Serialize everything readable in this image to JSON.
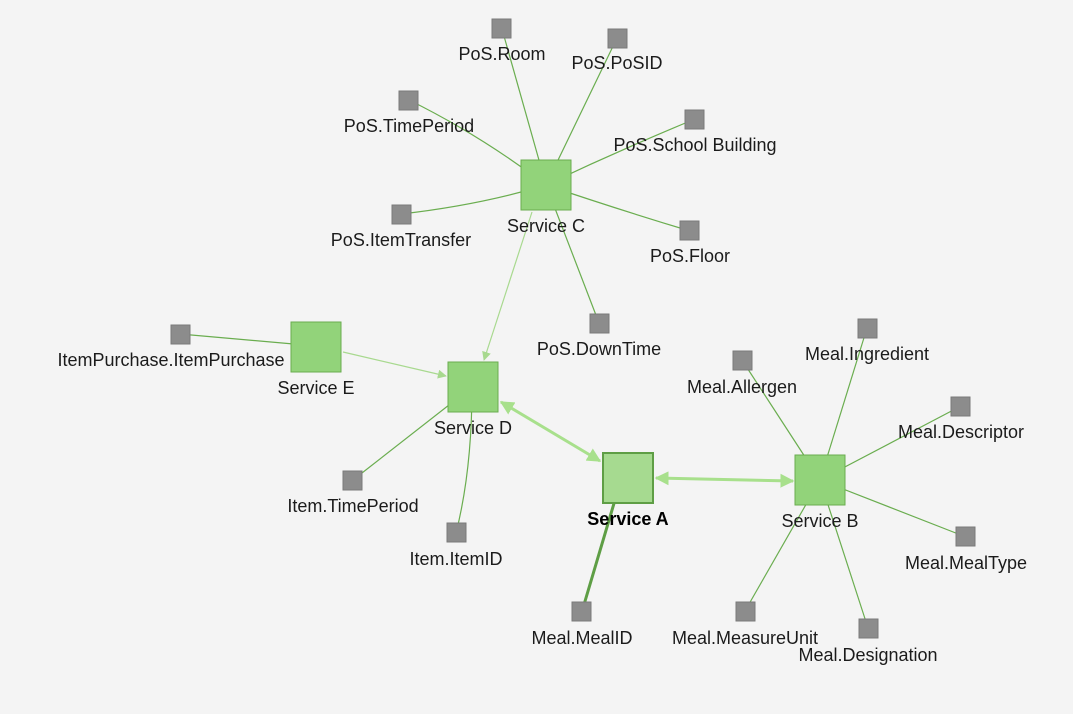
{
  "graph": {
    "services": [
      {
        "id": "A",
        "label": "Service A",
        "primary": true
      },
      {
        "id": "B",
        "label": "Service B"
      },
      {
        "id": "C",
        "label": "Service C"
      },
      {
        "id": "D",
        "label": "Service D"
      },
      {
        "id": "E",
        "label": "Service E"
      }
    ],
    "entities": [
      {
        "id": "pos_room",
        "label": "PoS.Room",
        "service": "C"
      },
      {
        "id": "pos_posid",
        "label": "PoS.PoSID",
        "service": "C"
      },
      {
        "id": "pos_timeperiod",
        "label": "PoS.TimePeriod",
        "service": "C"
      },
      {
        "id": "pos_schoolbuilding",
        "label": "PoS.School Building",
        "service": "C"
      },
      {
        "id": "pos_itemtransfer",
        "label": "PoS.ItemTransfer",
        "service": "C"
      },
      {
        "id": "pos_floor",
        "label": "PoS.Floor",
        "service": "C"
      },
      {
        "id": "pos_downtime",
        "label": "PoS.DownTime",
        "service": "C"
      },
      {
        "id": "itempurchase",
        "label": "ItemPurchase.ItemPurchase",
        "service": "E"
      },
      {
        "id": "item_timeperiod",
        "label": "Item.TimePeriod",
        "service": "D"
      },
      {
        "id": "item_itemid",
        "label": "Item.ItemID",
        "service": "D"
      },
      {
        "id": "meal_mealid",
        "label": "Meal.MealID",
        "service": "A"
      },
      {
        "id": "meal_allergen",
        "label": "Meal.Allergen",
        "service": "B"
      },
      {
        "id": "meal_ingredient",
        "label": "Meal.Ingredient",
        "service": "B"
      },
      {
        "id": "meal_descriptor",
        "label": "Meal.Descriptor",
        "service": "B"
      },
      {
        "id": "meal_mealtype",
        "label": "Meal.MealType",
        "service": "B"
      },
      {
        "id": "meal_measureunit",
        "label": "Meal.MeasureUnit",
        "service": "B"
      },
      {
        "id": "meal_designation",
        "label": "Meal.Designation",
        "service": "B"
      }
    ],
    "links": [
      {
        "from": "C",
        "to": "D",
        "direction": "forward"
      },
      {
        "from": "E",
        "to": "D",
        "direction": "forward"
      },
      {
        "from": "D",
        "to": "A",
        "direction": "both"
      },
      {
        "from": "A",
        "to": "B",
        "direction": "both"
      }
    ]
  },
  "colors": {
    "background": "#f4f4f4",
    "service_fill": "#92d37a",
    "service_primary_fill": "#a6da90",
    "entity_fill": "#8c8c8c",
    "edge": "#6aad4f",
    "link": "#a8e08c"
  }
}
